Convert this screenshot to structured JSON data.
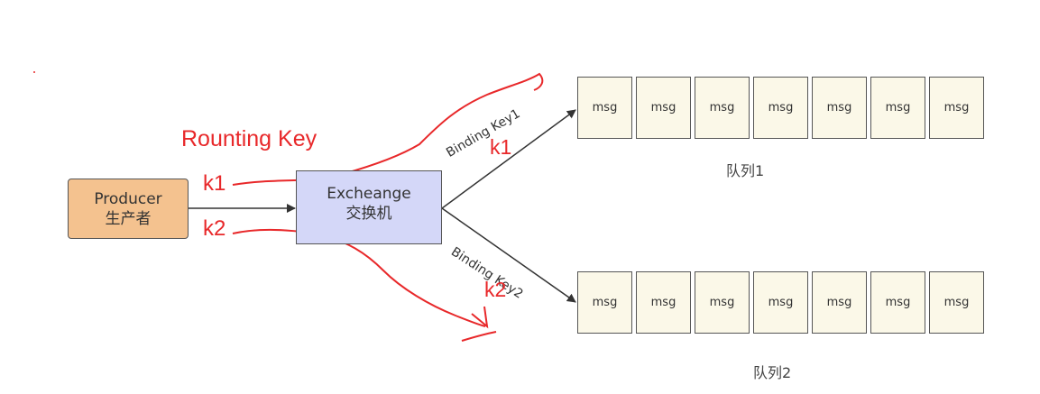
{
  "producer": {
    "name": "Producer",
    "name_cn": "生产者"
  },
  "exchange": {
    "name": "Excheange",
    "name_cn": "交换机"
  },
  "queues": [
    {
      "label": "队列1",
      "messages": [
        "msg",
        "msg",
        "msg",
        "msg",
        "msg",
        "msg",
        "msg"
      ],
      "binding_key": "Binding Key1"
    },
    {
      "label": "队列2",
      "messages": [
        "msg",
        "msg",
        "msg",
        "msg",
        "msg",
        "msg",
        "msg"
      ],
      "binding_key": "Binding Key2"
    }
  ],
  "annotations": {
    "routing_key_title": "Rounting Key",
    "k1_left": "k1",
    "k2_left": "k2",
    "k1_upper": "k1",
    "k2_lower": "k2"
  },
  "colors": {
    "producer_fill": "#f4c28f",
    "exchange_fill": "#d4d7f8",
    "msg_fill": "#fbf8e8",
    "annotation_red": "#e8282a",
    "line_dark": "#333333"
  }
}
